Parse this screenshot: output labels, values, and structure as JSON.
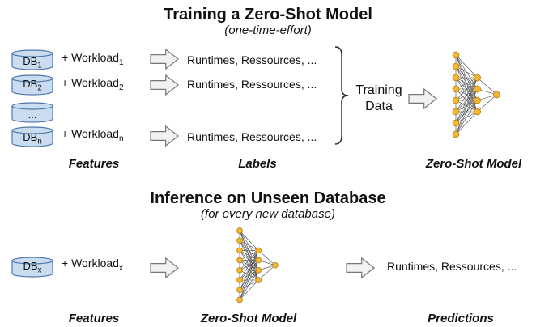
{
  "training": {
    "title": "Training a Zero-Shot Model",
    "subtitle": "(one-time-effort)",
    "rows": [
      {
        "db": "DB",
        "db_sub": "1",
        "workload": "+ Workload",
        "workload_sub": "1",
        "labels": "Runtimes, Ressources, ..."
      },
      {
        "db": "DB",
        "db_sub": "2",
        "workload": "+ Workload",
        "workload_sub": "2",
        "labels": "Runtimes, Ressources, ..."
      },
      {
        "db": "...",
        "db_sub": "",
        "workload": "",
        "workload_sub": "",
        "labels": ""
      },
      {
        "db": "DB",
        "db_sub": "n",
        "workload": "+ Workload",
        "workload_sub": "n",
        "labels": "Runtimes, Ressources, ..."
      }
    ],
    "training_data_label": [
      "Training",
      "Data"
    ],
    "captions": {
      "features": "Features",
      "labels": "Labels",
      "model": "Zero-Shot Model"
    }
  },
  "inference": {
    "title": "Inference on Unseen Database",
    "subtitle": "(for every new database)",
    "db": "DB",
    "db_sub": "x",
    "workload": "+ Workload",
    "workload_sub": "x",
    "predictions": "Runtimes, Ressources, ...",
    "captions": {
      "features": "Features",
      "model": "Zero-Shot Model",
      "predictions": "Predictions"
    }
  },
  "colors": {
    "db_fill": "#c9dcf0",
    "db_stroke": "#4f78a8",
    "node_fill": "#f5b731",
    "node_stroke": "#b07e10",
    "arrow_fill": "#f2f2f2",
    "arrow_stroke": "#777777"
  }
}
